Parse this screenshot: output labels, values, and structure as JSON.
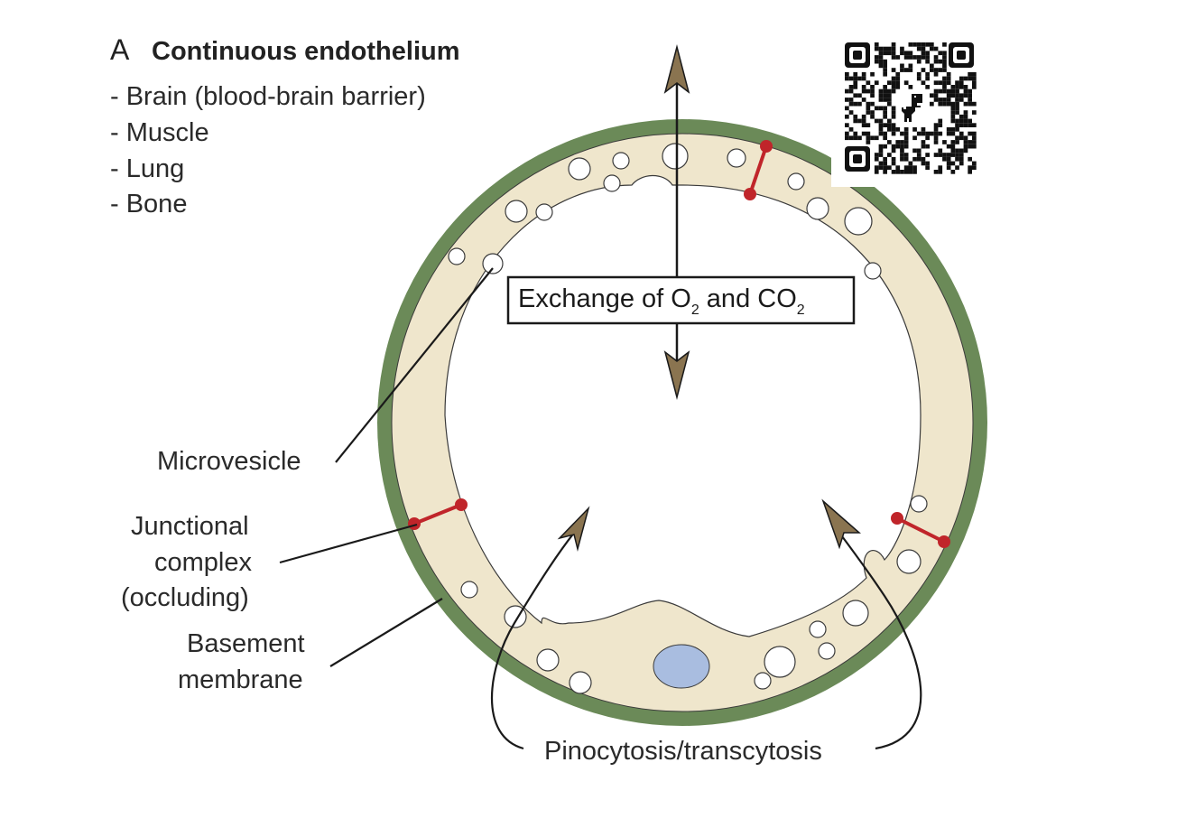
{
  "panel": {
    "letter": "A",
    "heading": "Continuous endothelium",
    "locations": [
      "- Brain (blood-brain barrier)",
      "- Muscle",
      "- Lung",
      "- Bone"
    ]
  },
  "exchange_box": {
    "prefix": "Exchange of O",
    "sub1": "2",
    "middle": " and CO",
    "sub2": "2"
  },
  "labels": {
    "microvesicle": "Microvesicle",
    "junctional_1": "Junctional",
    "junctional_2": "complex",
    "junctional_3": "(occluding)",
    "basement_1": "Basement",
    "basement_2": "membrane",
    "pinocytosis": "Pinocytosis/transcytosis"
  },
  "colors": {
    "basement_membrane": "#6b8a58",
    "cytoplasm": "#efe6cc",
    "junction": "#c0252a",
    "arrowhead": "#8a7450",
    "nucleus": "#a9bde0"
  },
  "qr_code": {
    "icon": "dinosaur-icon"
  }
}
